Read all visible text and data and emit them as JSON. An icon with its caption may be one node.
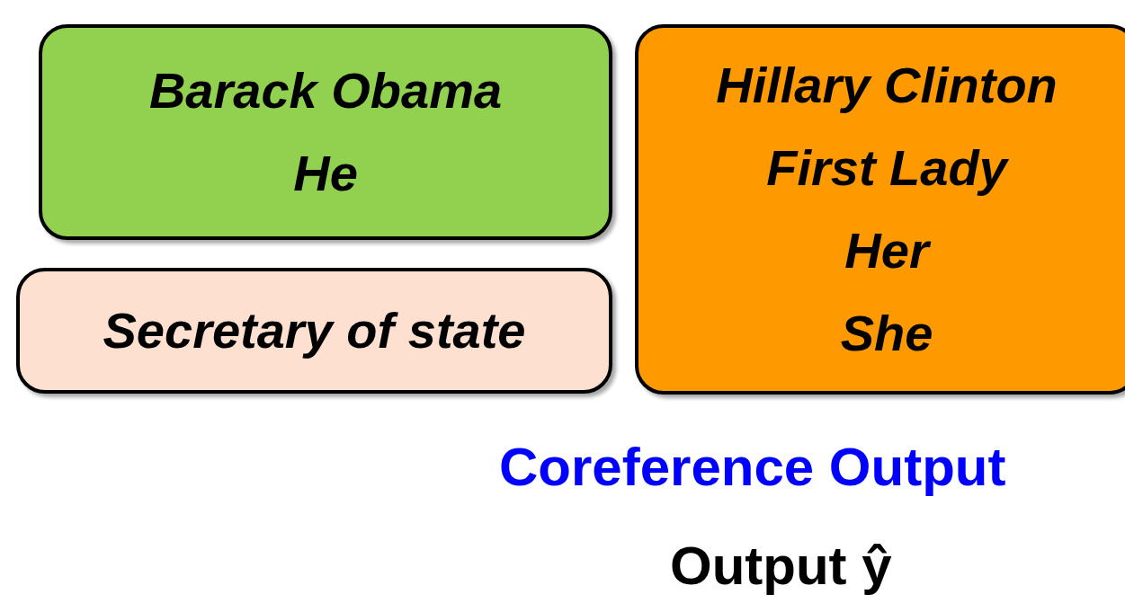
{
  "diagram": {
    "nodes": [
      {
        "text": [
          "Barack Obama",
          "He"
        ]
      },
      {
        "text": [
          "Hillary Clinton",
          "First Lady",
          "Her",
          "She"
        ]
      },
      {
        "text": [
          "Secretary of state"
        ]
      }
    ],
    "labels": [
      "Coreference Output",
      "Output ŷ"
    ]
  }
}
